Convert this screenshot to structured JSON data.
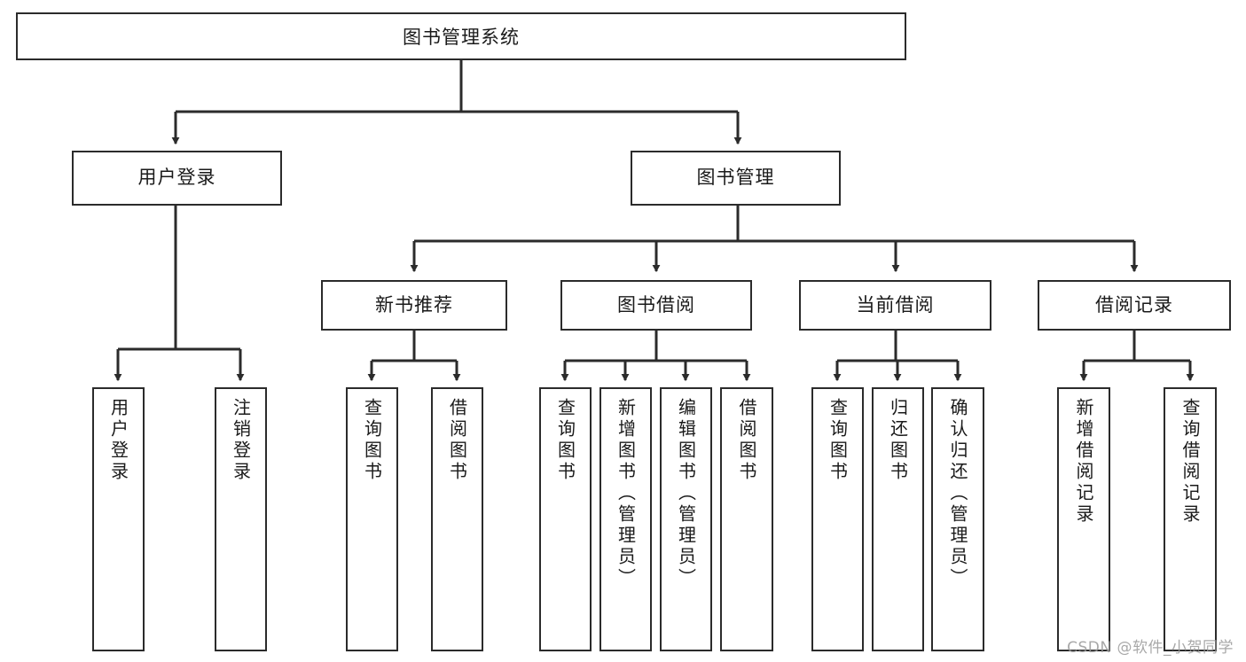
{
  "diagram": {
    "title": "图书管理系统",
    "watermark": "CSDN @软件_小贺同学",
    "stroke_color": "#2b2b2b",
    "fill_color": "#ffffff",
    "text_color": "#1a1a1a",
    "watermark_color": "#9a9a9a",
    "root": {
      "label": "图书管理系统"
    },
    "level2": [
      {
        "label": "用户登录"
      },
      {
        "label": "图书管理"
      }
    ],
    "level3": [
      {
        "label": "新书推荐"
      },
      {
        "label": "图书借阅"
      },
      {
        "label": "当前借阅"
      },
      {
        "label": "借阅记录"
      }
    ],
    "leaves": {
      "user_login": [
        {
          "label": "用户登录"
        },
        {
          "label": "注销登录"
        }
      ],
      "new_book_recommend": [
        {
          "label": "查询图书"
        },
        {
          "label": "借阅图书"
        }
      ],
      "book_borrow": [
        {
          "label": "查询图书"
        },
        {
          "label": "新增图书（管理员）"
        },
        {
          "label": "编辑图书（管理员）"
        },
        {
          "label": "借阅图书"
        }
      ],
      "current_borrow": [
        {
          "label": "查询图书"
        },
        {
          "label": "归还图书"
        },
        {
          "label": "确认归还（管理员）"
        }
      ],
      "borrow_record": [
        {
          "label": "新增借阅记录"
        },
        {
          "label": "查询借阅记录"
        }
      ]
    }
  }
}
